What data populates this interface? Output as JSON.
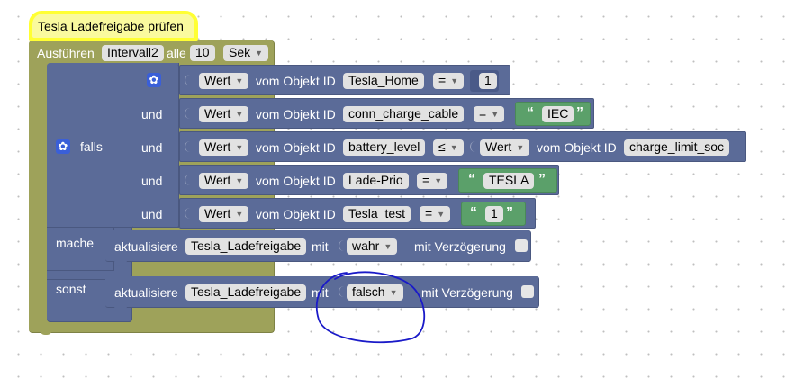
{
  "hat": {
    "title": "Tesla Ladefreigabe prüfen"
  },
  "interval": {
    "run_label": "Ausführen",
    "var_name": "Intervall2",
    "every_label": "alle",
    "value": "10",
    "unit": "Sek"
  },
  "if_block": {
    "falls_label": "falls",
    "and_label": "und",
    "mache_label": "mache",
    "sonst_label": "sonst"
  },
  "conditions": [
    {
      "value_dd": "Wert",
      "from_label": "vom Objekt ID",
      "object_id": "Tesla_Home",
      "op": "=",
      "operand": "1"
    },
    {
      "value_dd": "Wert",
      "from_label": "vom Objekt ID",
      "object_id": "conn_charge_cable",
      "op": "=",
      "operand": "IEC"
    },
    {
      "value_dd": "Wert",
      "from_label": "vom Objekt ID",
      "object_id": "battery_level",
      "op": "≤",
      "operand_value_dd": "Wert",
      "operand_from_label": "vom Objekt ID",
      "operand_object_id": "charge_limit_soc"
    },
    {
      "value_dd": "Wert",
      "from_label": "vom Objekt ID",
      "object_id": "Lade-Prio",
      "op": "=",
      "operand": "TESLA"
    },
    {
      "value_dd": "Wert",
      "from_label": "vom Objekt ID",
      "object_id": "Tesla_test",
      "op": "=",
      "operand": "1"
    }
  ],
  "actions": {
    "mache": {
      "label": "aktualisiere",
      "target": "Tesla_Ladefreigabe",
      "with_label": "mit",
      "value": "wahr",
      "delay_label": "mit Verzögerung"
    },
    "sonst": {
      "label": "aktualisiere",
      "target": "Tesla_Ladefreigabe",
      "with_label": "mit",
      "value": "falsch",
      "delay_label": "mit Verzögerung"
    }
  },
  "colors": {
    "event_block": "#9ea25a",
    "logic_block": "#5b6b98",
    "text_block": "#5ba06a",
    "highlight": "#ffff33",
    "annotation": "#1a1ac8"
  }
}
